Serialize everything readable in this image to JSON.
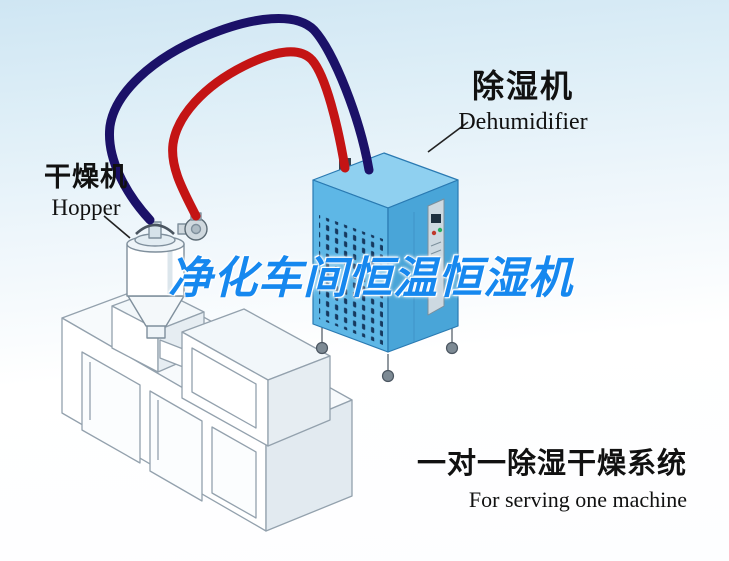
{
  "labels": {
    "dehumidifier_cn": "除湿机",
    "dehumidifier_en": "Dehumidifier",
    "hopper_cn": "干燥机",
    "hopper_en": "Hopper",
    "watermark": "净化车间恒温恒湿机",
    "bottom_cn": "一对一除湿干燥系统",
    "bottom_en": "For serving one machine"
  },
  "illustration": {
    "machines": [
      "dehumidifier",
      "hopper-dryer",
      "extruder"
    ],
    "hoses": [
      {
        "name": "return-air-hose",
        "color": "#1b1168"
      },
      {
        "name": "dry-air-hose",
        "color": "#c41414"
      }
    ]
  },
  "colors": {
    "dehumidifier_body": "#5eb7e6",
    "dehumidifier_side": "#49a5d8",
    "dehumidifier_top": "#8fd0f0",
    "pipe_red": "#c41414",
    "pipe_navy": "#1b1168",
    "watermark_blue": "#1688ef",
    "background_top": "#cfe6f3",
    "line_art": "#93a1ad"
  }
}
